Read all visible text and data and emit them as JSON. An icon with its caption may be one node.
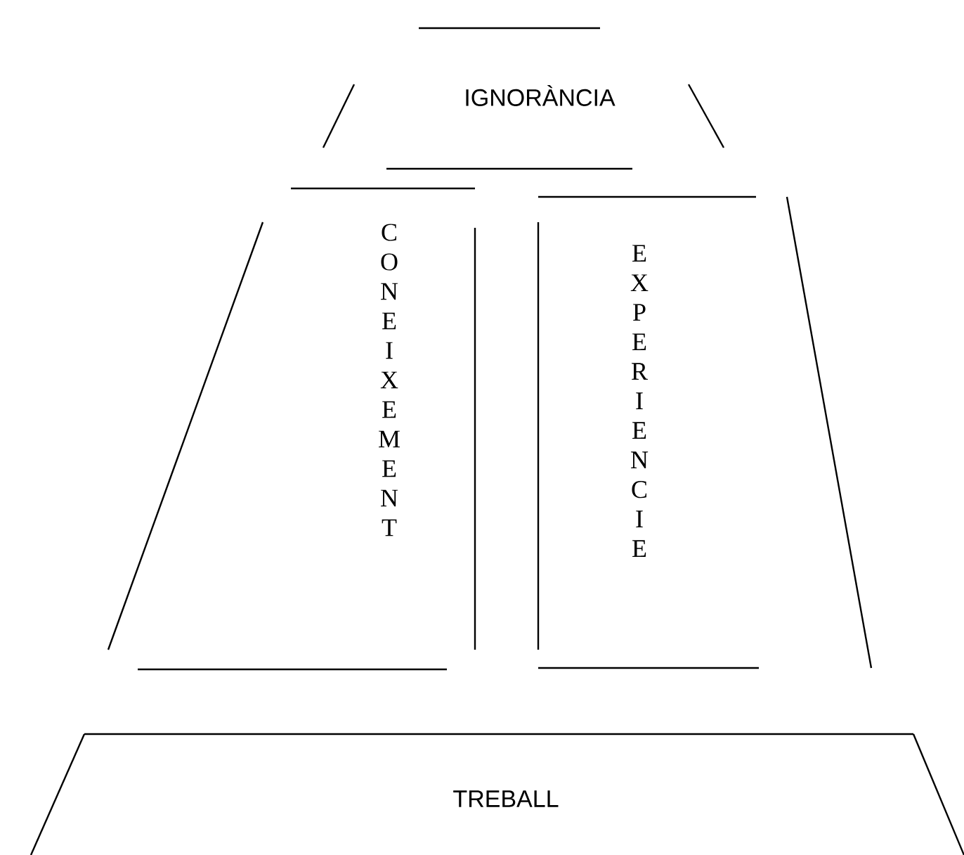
{
  "diagram": {
    "nodes": [
      {
        "text": [
          "IGNORÀNCIA"
        ]
      },
      {
        "text": [
          "CONEIXEMENT"
        ]
      },
      {
        "text": [
          "EXPERIENCIE"
        ]
      },
      {
        "text": [
          "TREBALL"
        ]
      }
    ]
  }
}
